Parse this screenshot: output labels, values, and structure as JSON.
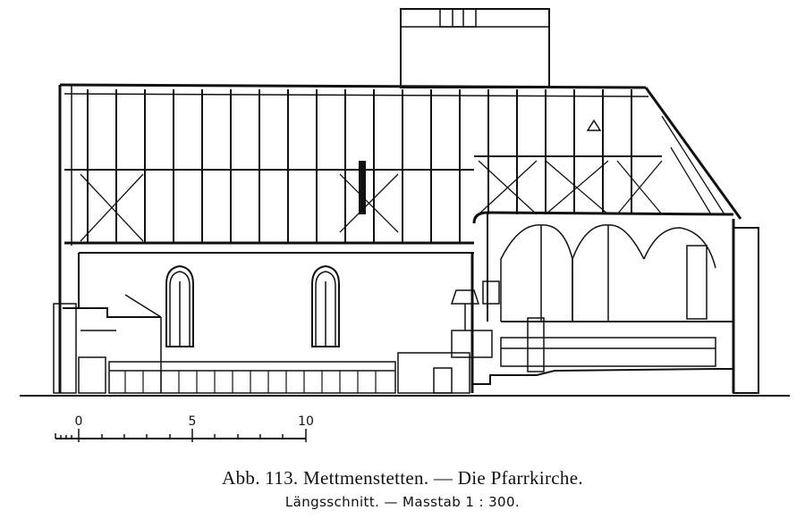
{
  "figure": {
    "title": "Abb. 113. Mettmenstetten. — Die Pfarrkirche.",
    "subtitle": "Längsschnitt. — Masstab 1 : 300."
  },
  "scale_bar": {
    "ticks": [
      "0",
      "5",
      "10"
    ]
  },
  "colors": {
    "ink": "#111111",
    "paper": "#ffffff"
  }
}
